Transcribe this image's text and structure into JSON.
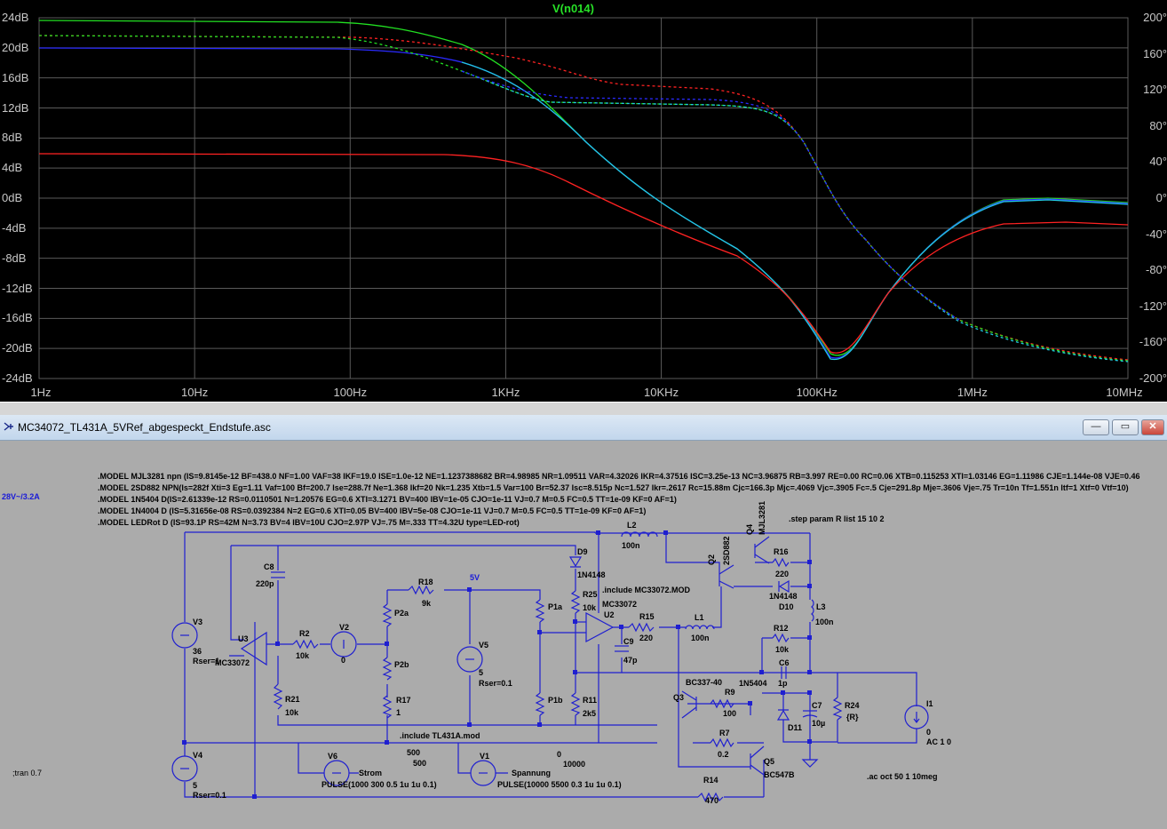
{
  "plot": {
    "trace_title": "V(n014)",
    "left_axis": [
      "24dB",
      "20dB",
      "16dB",
      "12dB",
      "8dB",
      "4dB",
      "0dB",
      "-4dB",
      "-8dB",
      "-12dB",
      "-16dB",
      "-20dB",
      "-24dB"
    ],
    "right_axis": [
      "200°",
      "160°",
      "120°",
      "80°",
      "40°",
      "0°",
      "-40°",
      "-80°",
      "-120°",
      "-160°",
      "-200°"
    ],
    "x_axis": [
      "1Hz",
      "10Hz",
      "100Hz",
      "1KHz",
      "10KHz",
      "100KHz",
      "1MHz",
      "10MHz"
    ],
    "colors": {
      "green": "#22e022",
      "blue": "#2a2aff",
      "cyan": "#22c8e0",
      "red": "#ff2222",
      "background": "#000000",
      "grid": "#5a5a5a"
    }
  },
  "schematic": {
    "window_title": "MC34072_TL431A_5VRef_abgespeckt_Endstufe.asc",
    "window_buttons": {
      "minimize": "—",
      "restore": "▭",
      "close": "✕"
    },
    "models": [
      ".MODEL MJL3281 npn (IS=9.8145e-12 BF=438.0 NF=1.00 VAF=38 IKF=19.0 ISE=1.0e-12 NE=1.1237388682 BR=4.98985 NR=1.09511 VAR=4.32026 IKR=4.37516 ISC=3.25e-13 NC=3.96875 RB=3.997 RE=0.00 RC=0.06 XTB=0.115253 XTI=1.03146 EG=1.11986 CJE=1.144e-08 VJE=0.46",
      ".MODEL 2SD882 NPN(Is=282f Xti=3 Eg=1.11 Vaf=100 Bf=200.7 Ise=288.7f Ne=1.368 Ikf=20 Nk=1.235 Xtb=1.5 Var=100 Br=52.37 Isc=8.515p Nc=1.527 Ikr=.2617 Rc=15.88m Cjc=166.3p Mjc=.4069 Vjc=.3905 Fc=.5 Cje=291.8p Mje=.3606 Vje=.75 Tr=10n Tf=1.551n Itf=1 Xtf=0 Vtf=10)",
      ".MODEL 1N5404 D(IS=2.61339e-12 RS=0.0110501 N=1.20576 EG=0.6 XTI=3.1271 BV=400 IBV=1e-05 CJO=1e-11 VJ=0.7 M=0.5 FC=0.5 TT=1e-09 KF=0 AF=1)",
      ".MODEL 1N4004 D (IS=5.31656e-08 RS=0.0392384 N=2 EG=0.6 XTI=0.05 BV=400 IBV=5e-08 CJO=1e-11 VJ=0.7 M=0.5 FC=0.5 TT=1e-09 KF=0 AF=1)",
      ".MODEL LEDRot D (IS=93.1P RS=42M N=3.73 BV=4 IBV=10U CJO=2.97P VJ=.75 M=.333 TT=4.32U type=LED-rot)"
    ],
    "supply_note": "28V~/3.2A",
    "directives": {
      "step": ".step param R list 15 10 2",
      "include_mc": ".include MC33072.MOD",
      "include_tl": ".include TL431A.mod",
      "tran": ";tran 0.7",
      "ac": ".ac oct 50 1 10meg"
    },
    "labels": {
      "V3": "V3",
      "V3_val": "36",
      "V3_rser": "Rser=1",
      "V4": "V4",
      "V4_val": "5",
      "V4_rser": "Rser=0.1",
      "U3": "U3",
      "U3_model": "MC33072",
      "C8": "C8",
      "C8_val": "220p",
      "R2": "R2",
      "R2_val": "10k",
      "V2": "V2",
      "V2_val": "0",
      "R21": "R21",
      "R21_val": "10k",
      "R18": "R18",
      "R18_val": "9k",
      "net_5v": "5V",
      "P2a": "P2a",
      "P2b": "P2b",
      "R17": "R17",
      "R17_val": "1",
      "V5": "V5",
      "V5_val": "5",
      "V5_rser": "Rser=0.1",
      "P1a": "P1a",
      "P1b": "P1b",
      "D9": "D9",
      "D9_model": "1N4148",
      "R25": "R25",
      "R25_val": "10k",
      "U2": "U2",
      "U2_model": "MC33072",
      "C9": "C9",
      "C9_val": "47p",
      "R11": "R11",
      "R11_val": "2k5",
      "L2": "L2",
      "L2_val": "100n",
      "R15": "R15",
      "R15_val": "220",
      "L1": "L1",
      "L1_val": "100n",
      "Q2": "Q2",
      "Q2_model": "2SD882",
      "Q4": "Q4",
      "Q4_model": "MJL3281",
      "R16": "R16",
      "R16_val": "220",
      "D10": "D10",
      "D10_model": "1N4148",
      "L3": "L3",
      "L3_val": "100n",
      "R12": "R12",
      "R12_val": "10k",
      "C6": "C6",
      "C6_val": "1p",
      "D_1N5404": "1N5404",
      "Q3": "Q3",
      "Q3_model": "BC337-40",
      "R9": "R9",
      "R9_val": "100",
      "R7": "R7",
      "R7_val": "0.2",
      "Q5": "Q5",
      "Q5_model": "BC547B",
      "R14": "R14",
      "R14_val": "470",
      "C7": "C7",
      "C7_val": "10µ",
      "D11": "D11",
      "R24": "R24",
      "R24_val": "{R}",
      "I1": "I1",
      "I1_val": "0",
      "I1_ac": "AC 1 0",
      "V6": "V6",
      "V6_name": "Strom",
      "V6_pulse": "PULSE(1000 300 0.5 1u 1u 0.1)",
      "V1": "V1",
      "V1_name": "Spannung",
      "V1_pulse": "PULSE(10000 5500 0.3 1u 1u 0.1)",
      "val_500a": "500",
      "val_500b": "500",
      "val_0": "0",
      "val_10000": "10000"
    }
  }
}
